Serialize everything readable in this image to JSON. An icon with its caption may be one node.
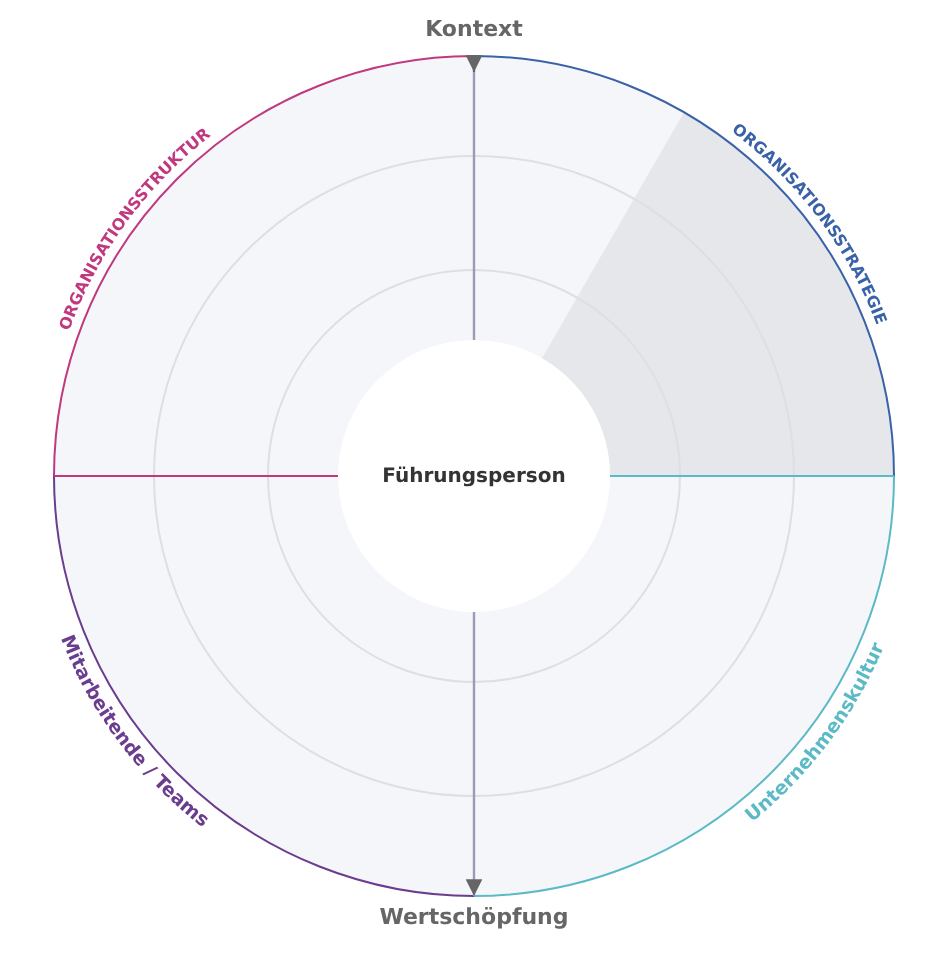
{
  "diagram": {
    "nodes": [
      {
        "text": [
          "Führungsperson"
        ]
      }
    ],
    "labels": [
      "Kontext",
      "ORGANISATIONSSTRUKTUR",
      "ORGANISATIONSSTRATEGIE",
      "Mitarbeitende / Teams",
      "Unternehmenskultur",
      "Wertschöpfung"
    ]
  }
}
